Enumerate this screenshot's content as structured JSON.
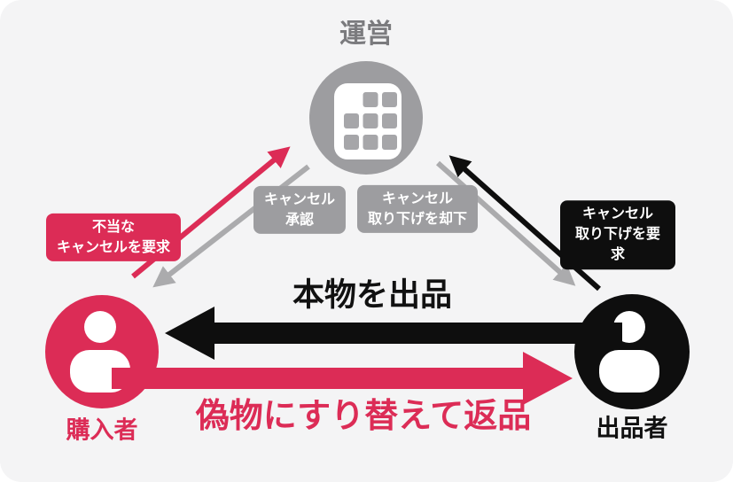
{
  "nodes": {
    "admin": {
      "label": "運営",
      "icon": "building-grid-icon",
      "color": "#9d9da0"
    },
    "buyer": {
      "label": "購入者",
      "icon": "person-icon",
      "color": "#dc2c56"
    },
    "seller": {
      "label": "出品者",
      "icon": "person-icon",
      "color": "#0e0e0e"
    }
  },
  "edges": [
    {
      "from": "buyer",
      "to": "admin",
      "label": "不当な\nキャンセルを要求",
      "color": "#dc2c56"
    },
    {
      "from": "admin",
      "to": "buyer",
      "label": "キャンセル\n承認",
      "color": "#9d9da0"
    },
    {
      "from": "admin",
      "to": "seller",
      "label": "キャンセル\n取り下げを却下",
      "color": "#9d9da0"
    },
    {
      "from": "seller",
      "to": "admin",
      "label": "キャンセル\n取り下げを要求",
      "color": "#0e0e0e"
    },
    {
      "from": "seller",
      "to": "buyer",
      "label": "本物を出品",
      "color": "#0e0e0e"
    },
    {
      "from": "buyer",
      "to": "seller",
      "label": "偽物にすり替えて返品",
      "color": "#dc2c56"
    }
  ],
  "palette": {
    "pink": "#dc2c56",
    "gray": "#9d9da0",
    "gray_arrow": "#ababad",
    "black": "#0e0e0e",
    "background": "#f4f4f5",
    "admin_text": "#7b7b7e"
  }
}
